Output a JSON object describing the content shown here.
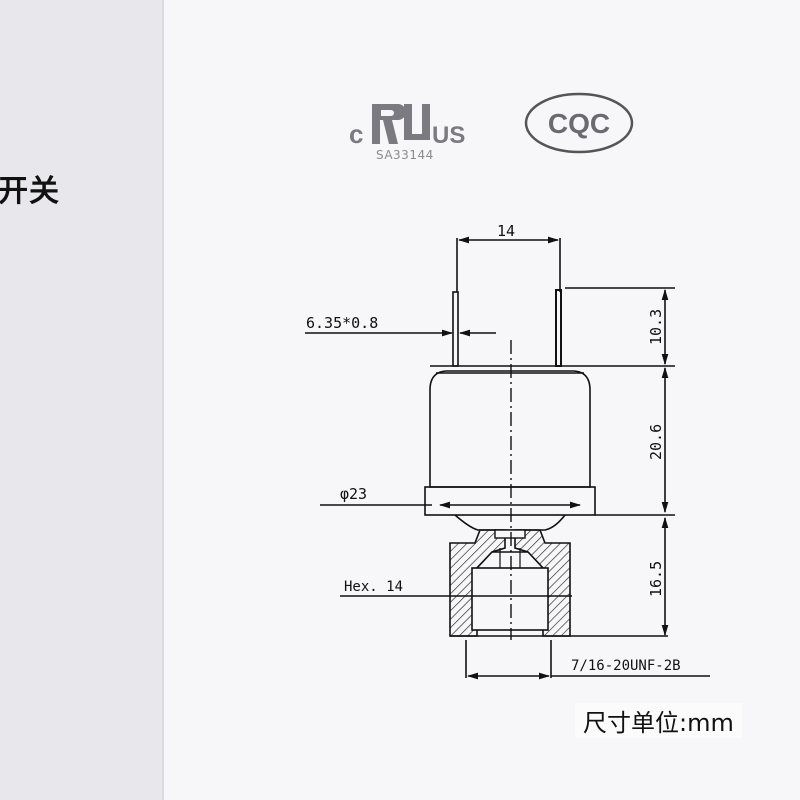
{
  "left_panel": {
    "title_fragment": "开关"
  },
  "certifications": {
    "ul": {
      "prefix": "c",
      "mark": "RU",
      "suffix": "US",
      "code": "SA33144"
    },
    "cqc": {
      "label": "CQC"
    }
  },
  "drawing": {
    "dimensions": {
      "pin_spacing": "14",
      "pin_size": "6.35*0.8",
      "pin_height": "10.3",
      "body_height": "20.6",
      "body_diameter": "φ23",
      "fitting_height": "16.5",
      "hex_size": "Hex. 14",
      "thread": "7/16-20UNF-2B"
    },
    "units_label": "尺寸单位:mm"
  },
  "colors": {
    "left_panel_bg": "#e7e7ec",
    "main_bg": "#f7f7fa",
    "line": "#111111",
    "cert_gray": "#7a7a80"
  }
}
